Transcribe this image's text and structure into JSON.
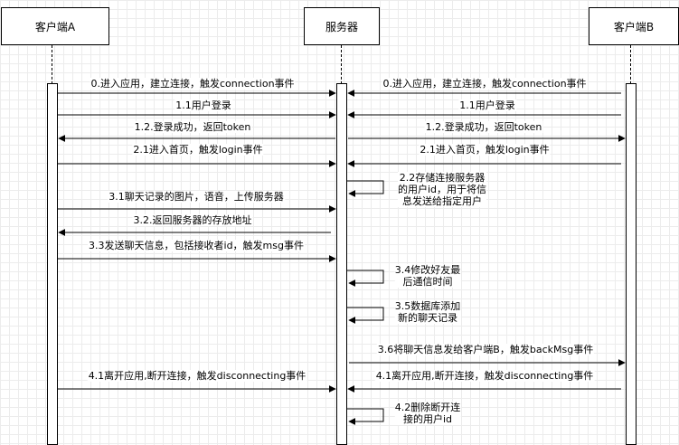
{
  "participants": [
    {
      "id": "a",
      "label": "客户端A"
    },
    {
      "id": "s",
      "label": "服务器"
    },
    {
      "id": "b",
      "label": "客户端B"
    }
  ],
  "messages": [
    {
      "id": "m1",
      "from": "a",
      "to": "s",
      "label": "0.进入应用，建立连接，触发connection事件"
    },
    {
      "id": "m2",
      "from": "b",
      "to": "s",
      "label": "0.进入应用，建立连接，触发connection事件"
    },
    {
      "id": "m3",
      "from": "a",
      "to": "s",
      "label": "1.1用户登录"
    },
    {
      "id": "m4",
      "from": "b",
      "to": "s",
      "label": "1.1用户登录"
    },
    {
      "id": "m5",
      "from": "s",
      "to": "a",
      "label": "1.2.登录成功，返回token"
    },
    {
      "id": "m6",
      "from": "s",
      "to": "b",
      "label": "1.2.登录成功，返回token"
    },
    {
      "id": "m7",
      "from": "a",
      "to": "s",
      "label": "2.1进入首页，触发login事件"
    },
    {
      "id": "m8",
      "from": "b",
      "to": "s",
      "label": "2.1进入首页，触发login事件"
    },
    {
      "id": "m9",
      "from": "a",
      "to": "s",
      "label": "3.1聊天记录的图片，语音，上传服务器"
    },
    {
      "id": "m10",
      "from": "s",
      "to": "a",
      "label": "3.2.返回服务器的存放地址"
    },
    {
      "id": "m11",
      "from": "a",
      "to": "s",
      "label": "3.3发送聊天信息，包括接收者id，触发msg事件"
    },
    {
      "id": "m12",
      "from": "s",
      "to": "b",
      "label": "3.6将聊天信息发给客户端B，触发backMsg事件"
    },
    {
      "id": "m13",
      "from": "a",
      "to": "s",
      "label": "4.1离开应用,断开连接，触发disconnecting事件"
    },
    {
      "id": "m14",
      "from": "b",
      "to": "s",
      "label": "4.1离开应用,断开连接，触发disconnecting事件"
    }
  ],
  "self_messages": [
    {
      "id": "n1",
      "label": "2.2存储连接服务器\n的用户id，用于将信\n息发送给指定用户"
    },
    {
      "id": "n2",
      "label": "3.4修改好友最\n后通信时间"
    },
    {
      "id": "n3",
      "label": "3.5数据库添加\n新的聊天记录"
    },
    {
      "id": "n4",
      "label": "4.2删除断开连\n接的用户id"
    }
  ],
  "colors": {
    "line": "#000000",
    "grid": "#ececec",
    "background": "#ffffff"
  }
}
